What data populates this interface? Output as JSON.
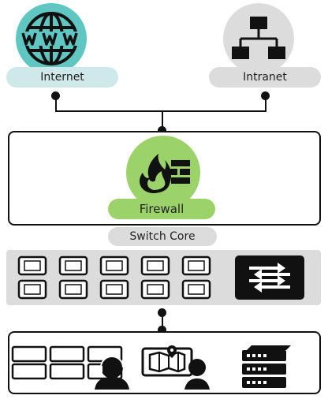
{
  "nodes": {
    "internet": {
      "label": "Internet",
      "circle_color": "#5fc6c2",
      "pill_color": "#cfe9ea"
    },
    "intranet": {
      "label": "Intranet",
      "circle_color": "#dcdcdc",
      "pill_color": "#dcdcdc"
    },
    "firewall": {
      "label": "Firewall",
      "circle_color": "#9bd36a",
      "pill_color": "#9bd36a"
    },
    "switch_core": {
      "label": "Switch Core",
      "pill_color": "#dcdcdc"
    }
  },
  "icons": {
    "internet": "globe-www-icon",
    "intranet": "network-hierarchy-icon",
    "firewall": "flame-brick-wall-icon",
    "switch": "switch-arrows-icon",
    "desktops": "desktop-windows-grid-icon",
    "map_support": "map-support-icon",
    "server": "server-rack-icon"
  },
  "colors": {
    "line": "#111111",
    "switch_band": "#dcdcdc",
    "frame": "#111111"
  }
}
